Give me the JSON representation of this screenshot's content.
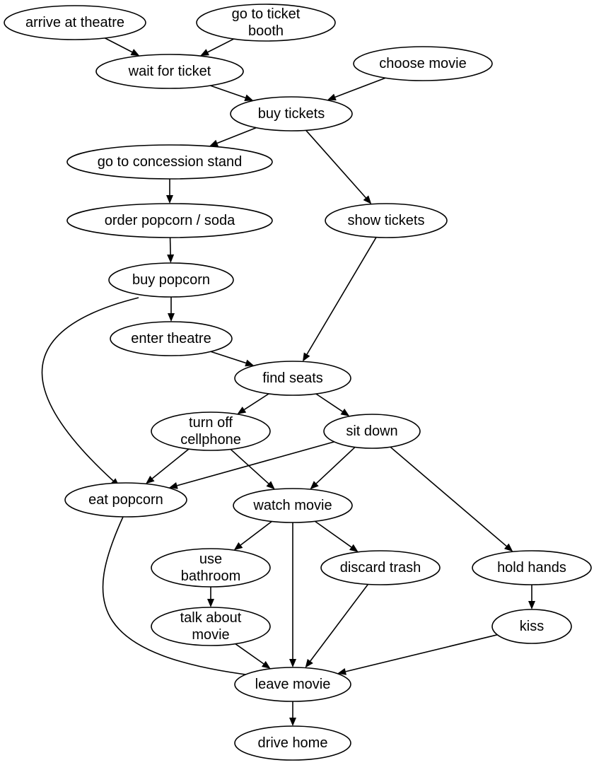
{
  "diagram": {
    "nodes": [
      {
        "id": "arrive",
        "lines": [
          "arrive at theatre"
        ]
      },
      {
        "id": "booth",
        "lines": [
          "go to ticket",
          "booth"
        ]
      },
      {
        "id": "wait",
        "lines": [
          "wait for ticket"
        ]
      },
      {
        "id": "choose",
        "lines": [
          "choose movie"
        ]
      },
      {
        "id": "buy_tickets",
        "lines": [
          "buy tickets"
        ]
      },
      {
        "id": "concession",
        "lines": [
          "go to concession stand"
        ]
      },
      {
        "id": "order",
        "lines": [
          "order popcorn / soda"
        ]
      },
      {
        "id": "show_tickets",
        "lines": [
          "show tickets"
        ]
      },
      {
        "id": "buy_popcorn",
        "lines": [
          "buy popcorn"
        ]
      },
      {
        "id": "enter",
        "lines": [
          "enter theatre"
        ]
      },
      {
        "id": "find_seats",
        "lines": [
          "find seats"
        ]
      },
      {
        "id": "turn_off",
        "lines": [
          "turn off",
          "cellphone"
        ]
      },
      {
        "id": "sit_down",
        "lines": [
          "sit down"
        ]
      },
      {
        "id": "eat_popcorn",
        "lines": [
          "eat popcorn"
        ]
      },
      {
        "id": "watch",
        "lines": [
          "watch movie"
        ]
      },
      {
        "id": "bathroom",
        "lines": [
          "use",
          "bathroom"
        ]
      },
      {
        "id": "trash",
        "lines": [
          "discard trash"
        ]
      },
      {
        "id": "hold",
        "lines": [
          "hold hands"
        ]
      },
      {
        "id": "talk",
        "lines": [
          "talk about",
          "movie"
        ]
      },
      {
        "id": "kiss",
        "lines": [
          "kiss"
        ]
      },
      {
        "id": "leave",
        "lines": [
          "leave movie"
        ]
      },
      {
        "id": "drive",
        "lines": [
          "drive home"
        ]
      }
    ],
    "edges": [
      {
        "from": "arrive",
        "to": "wait"
      },
      {
        "from": "booth",
        "to": "wait"
      },
      {
        "from": "wait",
        "to": "buy_tickets"
      },
      {
        "from": "choose",
        "to": "buy_tickets"
      },
      {
        "from": "buy_tickets",
        "to": "concession"
      },
      {
        "from": "buy_tickets",
        "to": "show_tickets"
      },
      {
        "from": "concession",
        "to": "order"
      },
      {
        "from": "order",
        "to": "buy_popcorn"
      },
      {
        "from": "buy_popcorn",
        "to": "enter"
      },
      {
        "from": "buy_popcorn",
        "to": "eat_popcorn"
      },
      {
        "from": "show_tickets",
        "to": "find_seats"
      },
      {
        "from": "enter",
        "to": "find_seats"
      },
      {
        "from": "find_seats",
        "to": "turn_off"
      },
      {
        "from": "find_seats",
        "to": "sit_down"
      },
      {
        "from": "turn_off",
        "to": "eat_popcorn"
      },
      {
        "from": "turn_off",
        "to": "watch"
      },
      {
        "from": "sit_down",
        "to": "eat_popcorn"
      },
      {
        "from": "sit_down",
        "to": "watch"
      },
      {
        "from": "sit_down",
        "to": "hold"
      },
      {
        "from": "watch",
        "to": "bathroom"
      },
      {
        "from": "watch",
        "to": "trash"
      },
      {
        "from": "watch",
        "to": "leave"
      },
      {
        "from": "bathroom",
        "to": "talk"
      },
      {
        "from": "hold",
        "to": "kiss"
      },
      {
        "from": "eat_popcorn",
        "to": "leave"
      },
      {
        "from": "talk",
        "to": "leave"
      },
      {
        "from": "trash",
        "to": "leave"
      },
      {
        "from": "kiss",
        "to": "leave"
      },
      {
        "from": "leave",
        "to": "drive"
      }
    ]
  }
}
